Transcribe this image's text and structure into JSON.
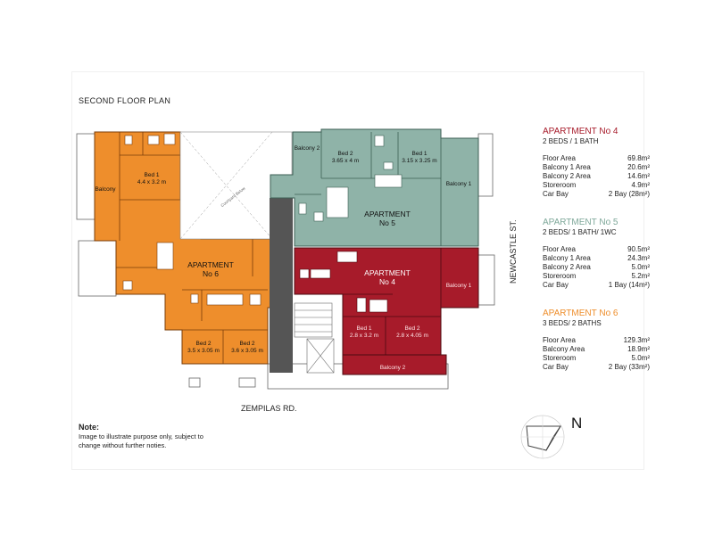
{
  "plan_title": "SECOND FLOOR PLAN",
  "street_bottom": "ZEMPILAS RD.",
  "street_right": "NEWCASTLE ST.",
  "north_letter": "N",
  "colors": {
    "apt4": "#a71b2a",
    "apt5": "#8fb3a8",
    "apt6": "#ee8e2c",
    "core": "#555555"
  },
  "note": {
    "heading": "Note:",
    "text_line1": "Image to illustrate purpose only, subject to",
    "text_line2": "change without further noties."
  },
  "rooms": {
    "apt6_name": "APARTMENT",
    "apt6_no": "No 6",
    "apt5_name": "APARTMENT",
    "apt5_no": "No 5",
    "apt4_name": "APARTMENT",
    "apt4_no": "No 4",
    "a6_bed1": "Bed 1",
    "a6_bed1_size": "4.4 x 3.2 m",
    "a6_balcony": "Balcony",
    "a6_bed2a": "Bed 2",
    "a6_bed2a_size": "3.5 x 3.05 m",
    "a6_bed2b": "Bed 2",
    "a6_bed2b_size": "3.6 x 3.05 m",
    "a5_balcony2": "Balcony 2",
    "a5_bed2": "Bed 2",
    "a5_bed2_size": "3.65 x 4 m",
    "a5_bed1": "Bed 1",
    "a5_bed1_size": "3.15 x 3.25 m",
    "a5_balcony1": "Balcony 1",
    "a4_balcony1": "Balcony 1",
    "a4_bed1": "Bed 1",
    "a4_bed1_size": "2.8 x 3.2 m",
    "a4_bed2": "Bed 2",
    "a4_bed2_size": "2.8 x 4.05 m",
    "a4_balcony2": "Balcony 2",
    "void_label": "Courtyard Below"
  },
  "apartments": [
    {
      "title": "APARTMENT No 4",
      "color": "#a71b2a",
      "sub": "2 BEDS / 1 BATH",
      "rows": [
        {
          "label": "Floor Area",
          "value": "69.8m²"
        },
        {
          "label": "Balcony 1 Area",
          "value": "20.6m²"
        },
        {
          "label": "Balcony 2 Area",
          "value": "14.6m²"
        },
        {
          "label": "Storeroom",
          "value": "4.9m²"
        },
        {
          "label": "Car Bay",
          "value": "2 Bay (28m²)"
        }
      ]
    },
    {
      "title": "APARTMENT No 5",
      "color": "#7fa89a",
      "sub": "2 BEDS/ 1 BATH/ 1WC",
      "rows": [
        {
          "label": "Floor Area",
          "value": "90.5m²"
        },
        {
          "label": "Balcony 1 Area",
          "value": "24.3m²"
        },
        {
          "label": "Balcony 2 Area",
          "value": "5.0m²"
        },
        {
          "label": "Storeroom",
          "value": "5.2m²"
        },
        {
          "label": "Car Bay",
          "value": "1 Bay (14m²)"
        }
      ]
    },
    {
      "title": "APARTMENT No 6",
      "color": "#ee8e2c",
      "sub": "3 BEDS/ 2 BATHS",
      "rows": [
        {
          "label": "Floor Area",
          "value": "129.3m²"
        },
        {
          "label": "Balcony Area",
          "value": "18.9m²"
        },
        {
          "label": "Storeroom",
          "value": "5.0m²"
        },
        {
          "label": "Car Bay",
          "value": "2 Bay (33m²)"
        }
      ]
    }
  ]
}
